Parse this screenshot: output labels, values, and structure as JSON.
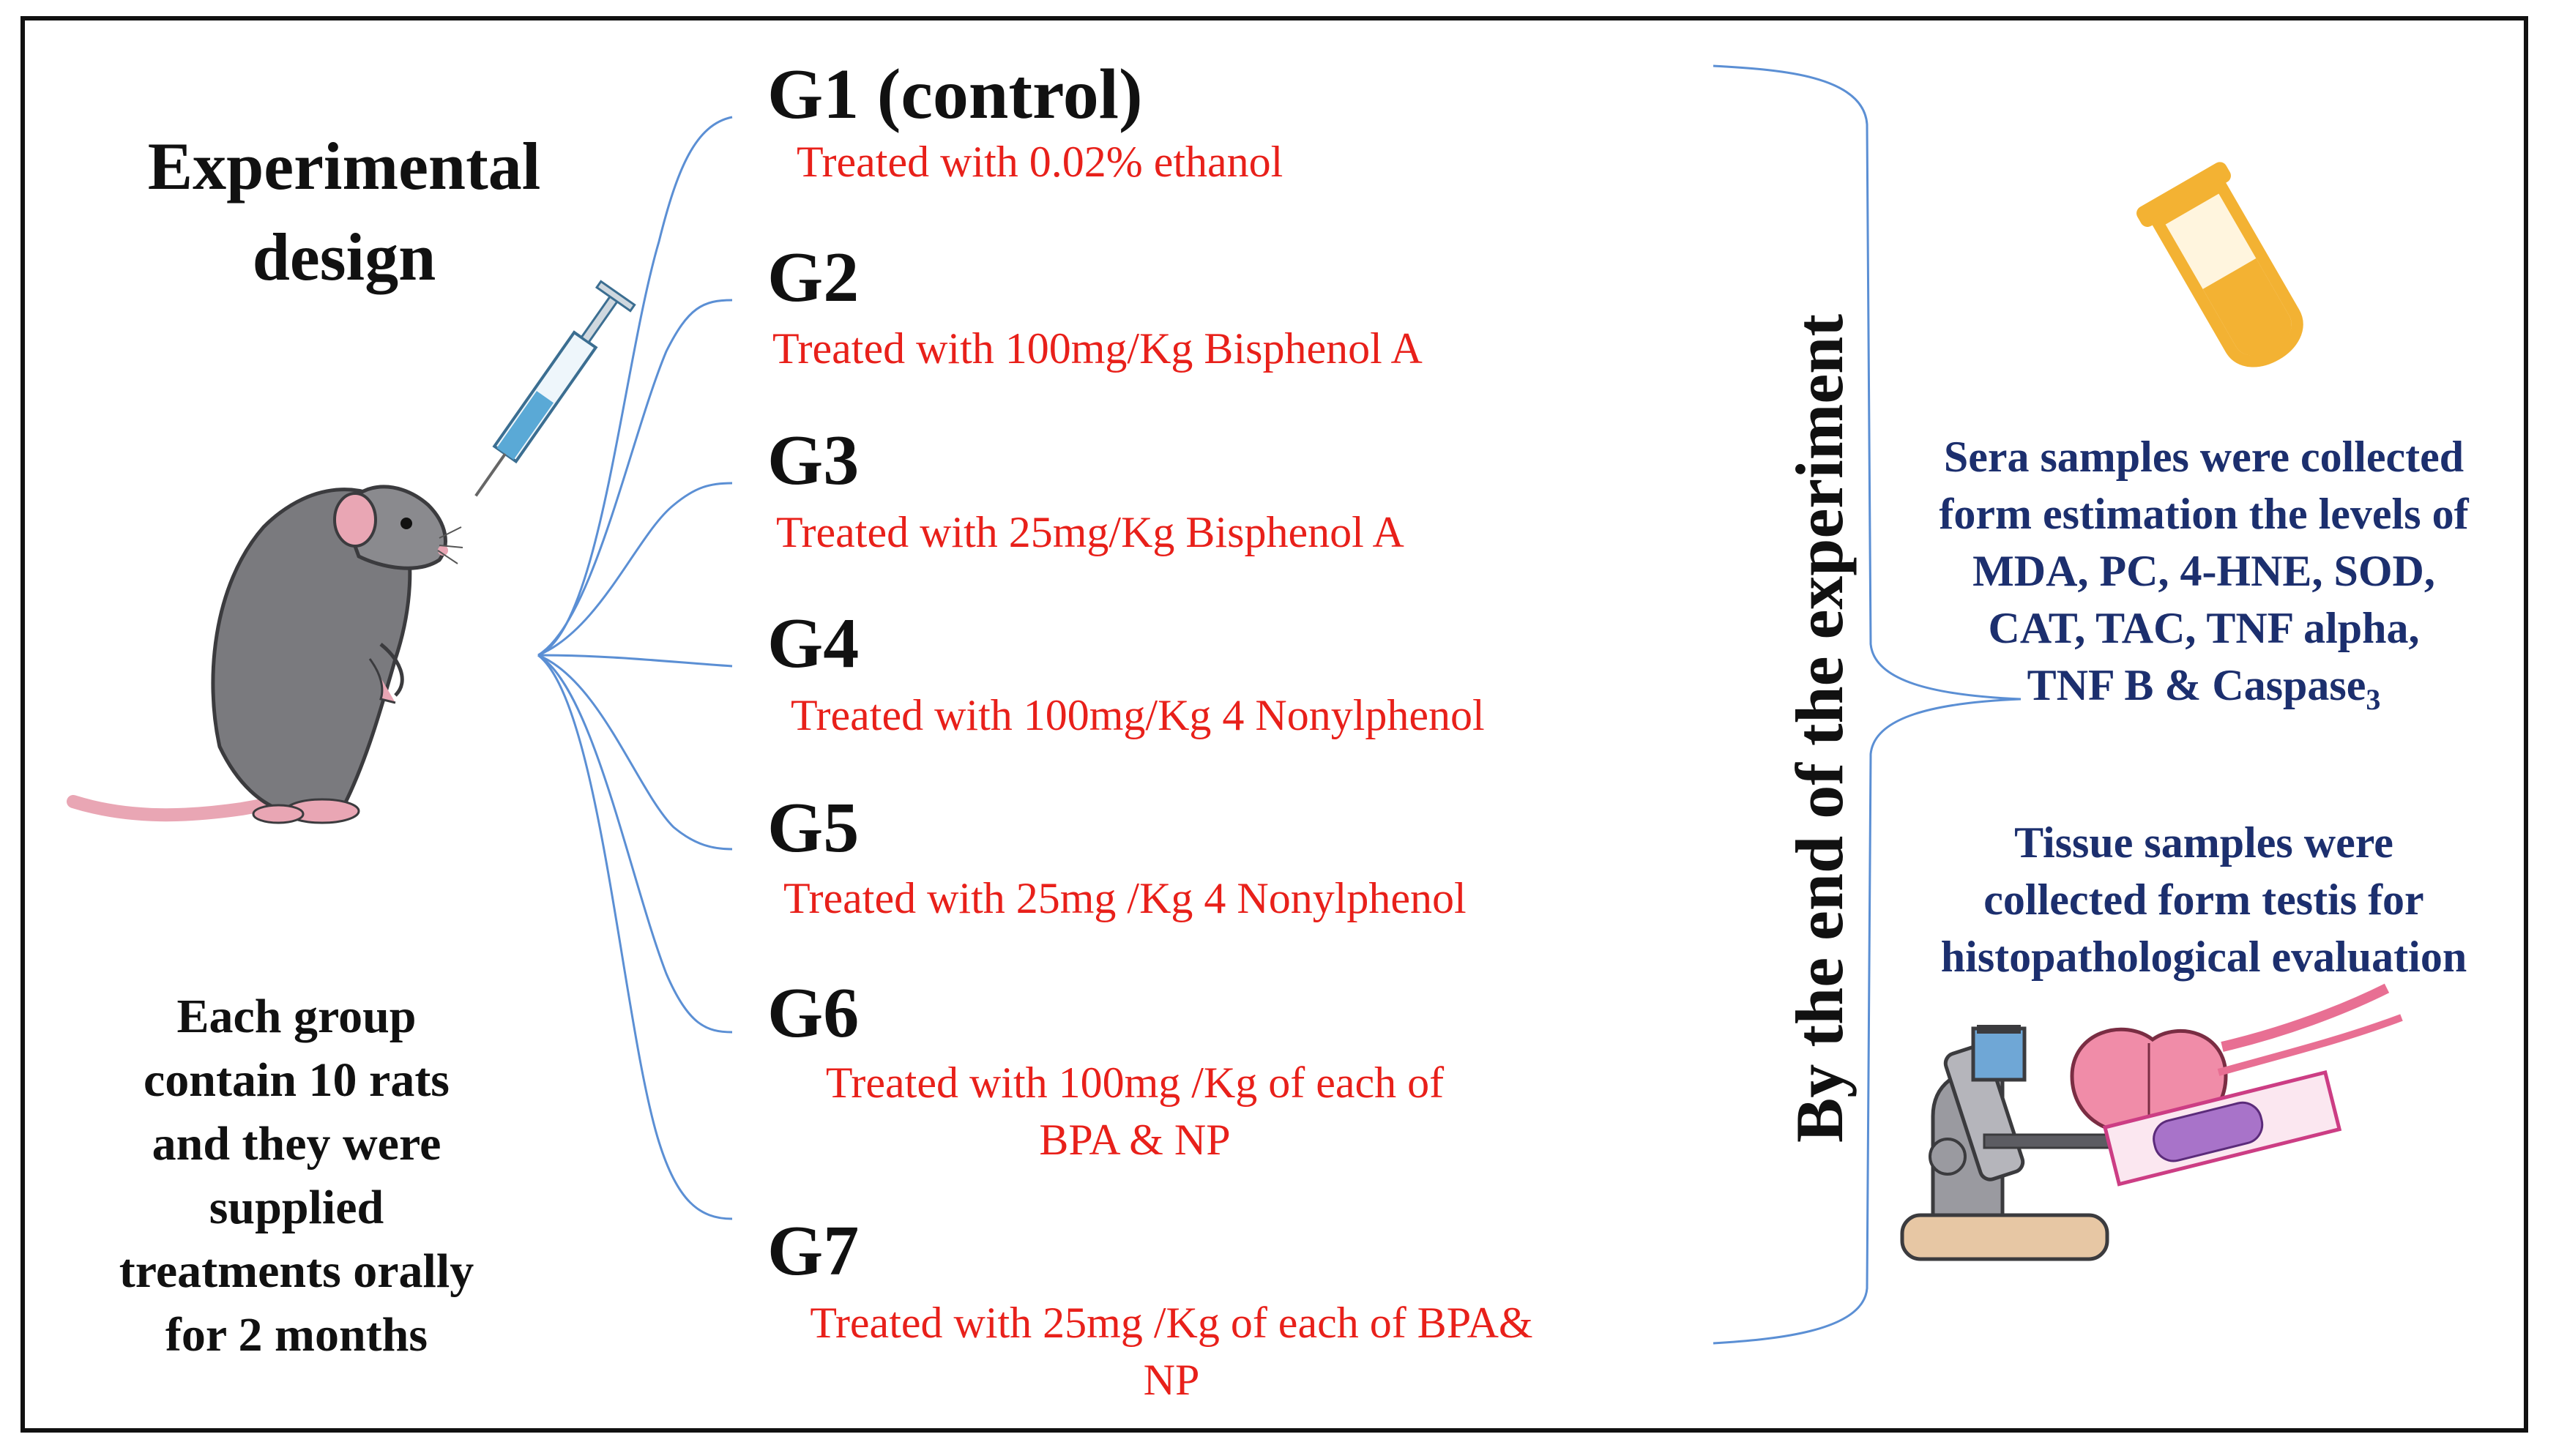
{
  "title": {
    "line1": "Experimental",
    "line2": "design"
  },
  "note": {
    "line1": "Each group",
    "line2": "contain 10 rats",
    "line3": "and they were",
    "line4": "supplied",
    "line5": "treatments orally",
    "line6": "for 2 months"
  },
  "groups": [
    {
      "label": "G1 (control)",
      "lines": [
        "Treated with  0.02% ethanol"
      ]
    },
    {
      "label": "G2",
      "lines": [
        "Treated with 100mg/Kg Bisphenol A"
      ]
    },
    {
      "label": "G3",
      "lines": [
        "Treated with 25mg/Kg Bisphenol A"
      ]
    },
    {
      "label": "G4",
      "lines": [
        "Treated with 100mg/Kg  4 Nonylphenol"
      ]
    },
    {
      "label": "G5",
      "lines": [
        "Treated  with 25mg /Kg 4 Nonylphenol"
      ]
    },
    {
      "label": "G6",
      "lines": [
        "Treated  with 100mg /Kg  of each of",
        "BPA & NP"
      ]
    },
    {
      "label": "G7",
      "lines": [
        "Treated with 25mg /Kg  of each of BPA&",
        "NP"
      ]
    }
  ],
  "end_label": "By the end of the experiment",
  "sera": {
    "line1": "Sera samples were collected",
    "line2": "form estimation the levels of",
    "line3": "MDA, PC, 4-HNE, SOD,",
    "line4": "CAT, TAC, TNF alpha,",
    "line5_main": "TNF B & Caspase",
    "line5_sub": "3"
  },
  "tissue": {
    "line1": "Tissue samples were",
    "line2": "collected form testis for",
    "line3": "histopathological evaluation"
  },
  "colors": {
    "treatment_text": "#e8201a",
    "outcome_text": "#1c2f6e",
    "connector_lines": "#5b8fd4",
    "rat_body": "#7a7a7e",
    "tube": "#f3b233"
  },
  "icons": [
    "rat-with-syringe-illustration",
    "test-tube-icon",
    "microscope-icon",
    "testis-organ-icon",
    "slide-icon"
  ]
}
